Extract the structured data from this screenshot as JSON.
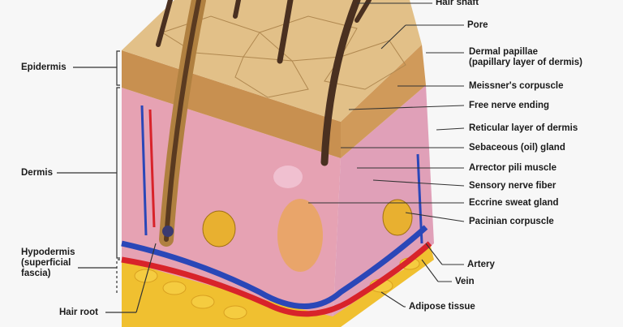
{
  "left_labels": {
    "epidermis": "Epidermis",
    "dermis": "Dermis",
    "hypodermis_line1": "Hypodermis",
    "hypodermis_line2": "(superficial",
    "hypodermis_line3": "fascia)",
    "hair_root": "Hair root"
  },
  "right_labels": {
    "hair_shaft": "Hair shaft",
    "pore": "Pore",
    "dermal_papillae_line1": "Dermal papillae",
    "dermal_papillae_line2": "(papillary layer of dermis)",
    "meissner": "Meissner's corpuscle",
    "free_nerve": "Free nerve ending",
    "reticular": "Reticular layer of dermis",
    "sebaceous": "Sebaceous (oil) gland",
    "arrector": "Arrector pili muscle",
    "sensory": "Sensory nerve fiber",
    "eccrine": "Eccrine sweat gland",
    "pacinian": "Pacinian corpuscle",
    "artery": "Artery",
    "vein": "Vein",
    "adipose": "Adipose tissue"
  },
  "colors": {
    "epidermis": "#d9b070",
    "dermis": "#e8a4b4",
    "artery": "#d8232a",
    "vein": "#2a47b8",
    "adipose": "#f0c030",
    "hair": "#4a3020"
  }
}
